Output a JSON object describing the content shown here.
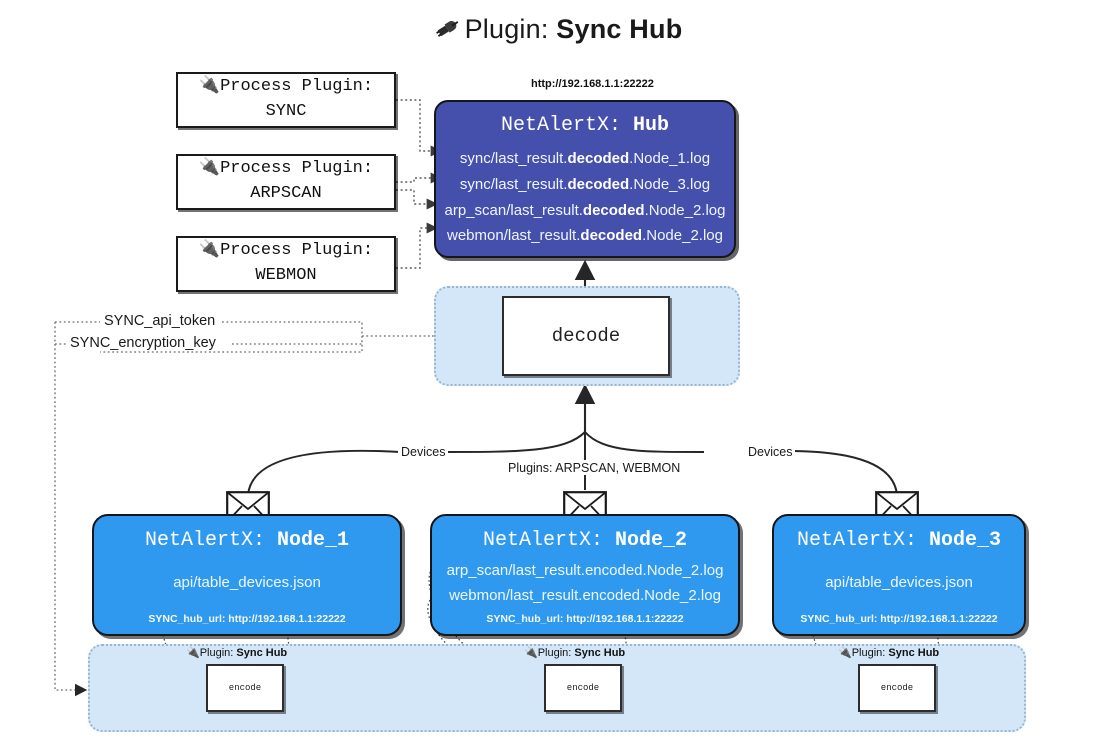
{
  "title": {
    "icon": "plug-icon",
    "prefix": "Plugin:",
    "name": "Sync Hub"
  },
  "process_plugins": [
    {
      "icon": "plug-icon",
      "line1": "Process Plugin:",
      "line2": "SYNC"
    },
    {
      "icon": "plug-icon",
      "line1": "Process Plugin:",
      "line2": "ARPSCAN"
    },
    {
      "icon": "plug-icon",
      "line1": "Process Plugin:",
      "line2": "WEBMON"
    }
  ],
  "hub": {
    "url": "http://192.168.1.1:22222",
    "app": "NetAlertX:",
    "name": "Hub",
    "rows": [
      {
        "pre": "sync/last_result.",
        "em": "decoded",
        "post": ".Node_1.log"
      },
      {
        "pre": "sync/last_result.",
        "em": "decoded",
        "post": ".Node_3.log"
      },
      {
        "pre": "arp_scan/last_result.",
        "em": "decoded",
        "post": ".Node_2.log"
      },
      {
        "pre": "webmon/last_result.",
        "em": "decoded",
        "post": ".Node_2.log"
      }
    ]
  },
  "decode": {
    "label": "decode"
  },
  "settings": {
    "api_token": "SYNC_api_token",
    "encryption_key": "SYNC_encryption_key"
  },
  "edge_labels": {
    "devices_left": "Devices",
    "devices_right": "Devices",
    "plugins_mid": "Plugins: ARPSCAN, WEBMON"
  },
  "nodes": [
    {
      "app": "NetAlertX:",
      "name": "Node_1",
      "rows": [
        "api/table_devices.json"
      ],
      "url_label": "SYNC_hub_url:",
      "url": "http://192.168.1.1:22222",
      "mail_icon": "envelope-icon"
    },
    {
      "app": "NetAlertX:",
      "name": "Node_2",
      "rows": [
        "arp_scan/last_result.encoded.Node_2.log",
        "webmon/last_result.encoded.Node_2.log"
      ],
      "url_label": "SYNC_hub_url:",
      "url": "http://192.168.1.1:22222",
      "mail_icon": "envelope-icon"
    },
    {
      "app": "NetAlertX:",
      "name": "Node_3",
      "rows": [
        "api/table_devices.json"
      ],
      "url_label": "SYNC_hub_url:",
      "url": "http://192.168.1.1:22222",
      "mail_icon": "envelope-icon"
    }
  ],
  "encoders": [
    {
      "icon": "plug-icon",
      "prefix": "Plugin:",
      "name": "Sync Hub",
      "box": "encode"
    },
    {
      "icon": "plug-icon",
      "prefix": "Plugin:",
      "name": "Sync Hub",
      "box": "encode"
    },
    {
      "icon": "plug-icon",
      "prefix": "Plugin:",
      "name": "Sync Hub",
      "box": "encode"
    }
  ],
  "colors": {
    "hub_fill": "#4450ac",
    "node_fill": "#2e99ef",
    "container_fill": "#d4e7f9",
    "stroke": "#14161c",
    "background": "#ffffff"
  }
}
